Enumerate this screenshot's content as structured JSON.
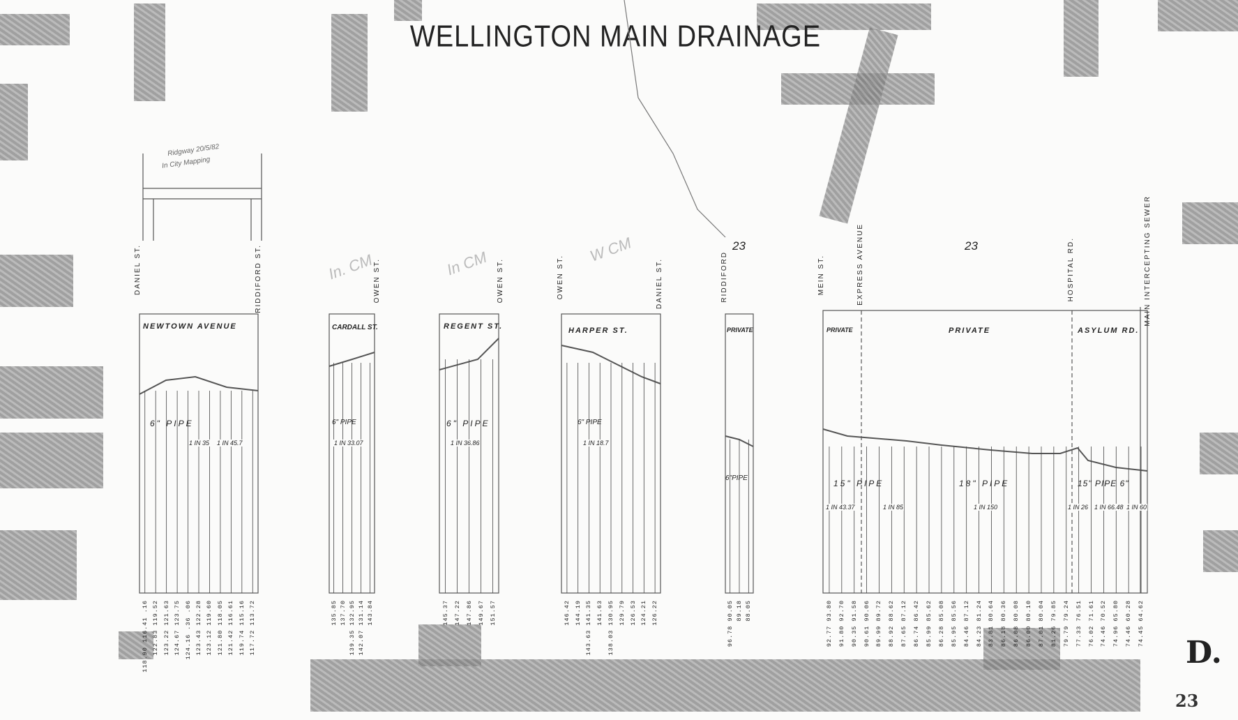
{
  "title": "WELLINGTON MAIN DRAINAGE",
  "sheet_numbers": [
    "23",
    "23"
  ],
  "stamp_letter": "D.",
  "stamp_number": "23",
  "handwritten": [
    "In. CM",
    "In CM",
    "W CM",
    "Ridgway 20/5/82",
    "In City Mapping"
  ],
  "sections": [
    {
      "id": "newtown",
      "street": "NEWTOWN   AVENUE",
      "end_labels": [
        "DANIEL ST.",
        "RIDDIFORD ST."
      ],
      "pipe": "6\"  PIPE",
      "grades": [
        "1 IN 35",
        "1 IN 45.7"
      ],
      "levels": [
        "118.90 116.41 .16",
        "122.83 119.52",
        "123.22 121.63",
        "124.67 123.75",
        "124.16 .36 .06",
        "123.43 122.28",
        "123.12 119.60",
        "121.80 118.05",
        "121.42 116.61",
        "119.74 115.16",
        "117.72 113.72"
      ]
    },
    {
      "id": "cardall",
      "street": "CARDALL ST.",
      "end_labels": [
        "OWEN ST."
      ],
      "pipe": "6\" PIPE",
      "grades": [
        "1 IN 33.07"
      ],
      "levels": [
        "135.85",
        "137.70",
        "139.35 132.95",
        "142.07 131.14",
        "143.84"
      ]
    },
    {
      "id": "regent",
      "street": "REGENT ST.",
      "end_labels": [
        "OWEN ST."
      ],
      "pipe": "6\" PIPE",
      "grades": [
        "1 IN 36.86"
      ],
      "levels": [
        "145.37",
        "147.22",
        "147.86",
        "149.67",
        "151.57"
      ]
    },
    {
      "id": "harper",
      "street": "HARPER   ST.",
      "end_labels": [
        "OWEN ST.",
        "DANIEL ST."
      ],
      "pipe": "6\" PIPE",
      "grades": [
        "1 IN 18.7"
      ],
      "levels": [
        "146.42",
        "144.19",
        "143.63 141.35",
        "141.63",
        "138.03 130.95",
        "129.79",
        "126.53",
        "124.21",
        "126.22"
      ]
    },
    {
      "id": "private1",
      "street": "PRIVATE",
      "end_labels": [
        "RIDDIFORD"
      ],
      "pipe": "6\"PIPE",
      "grades": [],
      "levels": [
        "96.78 90.05",
        "89.18",
        "88.05"
      ]
    },
    {
      "id": "main",
      "streets": [
        "PRIVATE",
        "PRIVATE",
        "ASYLUM RD."
      ],
      "end_labels": [
        "MEIN ST.",
        "EXPRESS AVENUE",
        "HOSPITAL RD.",
        "MAIN INTERCEPTING SEWER"
      ],
      "pipes": [
        "15\"  PIPE",
        "18\"  PIPE",
        "15\" PIPE 6\""
      ],
      "grades": [
        "1 IN 43.37",
        "1 IN 85",
        "1 IN 150",
        "1 IN 26",
        "1 IN 66.48",
        "1 IN 60"
      ],
      "levels": [
        "92.77 93.80",
        "91.80 92.70",
        "90.35 91.58",
        "90.61 90.06",
        "89.99 89.72",
        "88.92 88.62",
        "87.65 87.12",
        "86.74 86.42",
        "85.99 85.62",
        "86.28 85.08",
        "85.95 85.56",
        "84.46 87.12",
        "84.23 81.24",
        "83.81 80.64",
        "86.18 80.36",
        "86.08 80.08",
        "86.00 80.10",
        "87.01 80.04",
        "81.26 79.85",
        "79.79 79.24",
        "77.33 76.51",
        "76.02 71.61",
        "74.46 70.52",
        "74.96 65.80",
        "74.46 60.28",
        "74.45 64.62"
      ]
    }
  ],
  "colors": {
    "ink": "#222222",
    "tape": "#8f8f8f",
    "paper": "#fbfbfa"
  }
}
